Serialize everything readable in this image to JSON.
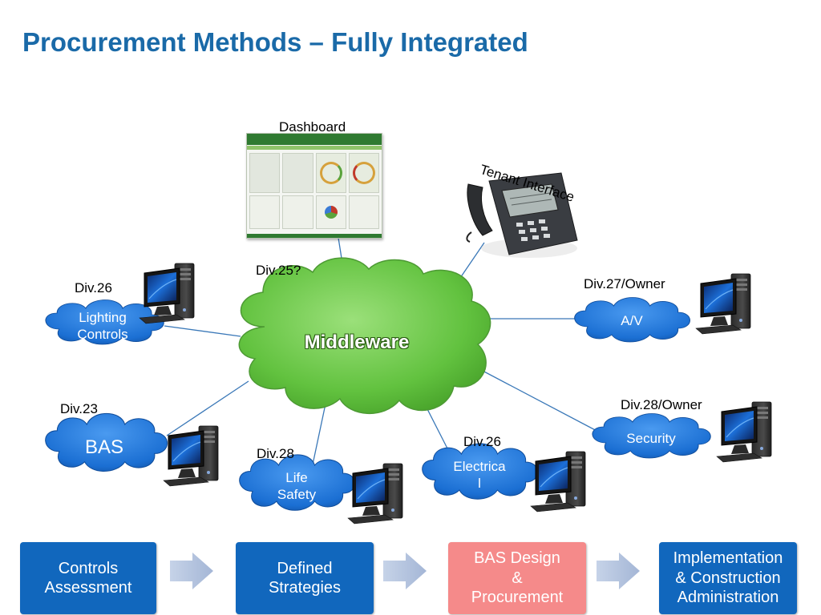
{
  "title": "Procurement Methods – Fully Integrated",
  "colors": {
    "title": "#1a6aa8",
    "cloud_blue": "#1e73d6",
    "middleware_green": "#6dc84a",
    "step_blue": "#1167bd",
    "step_highlight": "#f58a8a",
    "connector": "#3a78b8"
  },
  "dashboard": {
    "label": "Dashboard",
    "icon": "dashboard-screenshot"
  },
  "tenant": {
    "label": "Tenant Interface",
    "icon": "ip-phone-icon"
  },
  "middleware": {
    "label": "Middleware",
    "div_label": "Div.25?"
  },
  "systems": [
    {
      "div": "Div.26",
      "label": "Lighting\nControls"
    },
    {
      "div": "Div.23",
      "label": "BAS"
    },
    {
      "div": "Div.28",
      "label": "Life\nSafety"
    },
    {
      "div": "Div.26",
      "label": "Electrica\nl"
    },
    {
      "div": "Div.28/Owner",
      "label": "Security"
    },
    {
      "div": "Div.27/Owner",
      "label": "A/V"
    }
  ],
  "steps": [
    {
      "label": "Controls\nAssessment",
      "highlight": false
    },
    {
      "label": "Defined\nStrategies",
      "highlight": false
    },
    {
      "label": "BAS Design\n&\nProcurement",
      "highlight": true
    },
    {
      "label": "Implementation\n& Construction\nAdministration",
      "highlight": false
    }
  ]
}
